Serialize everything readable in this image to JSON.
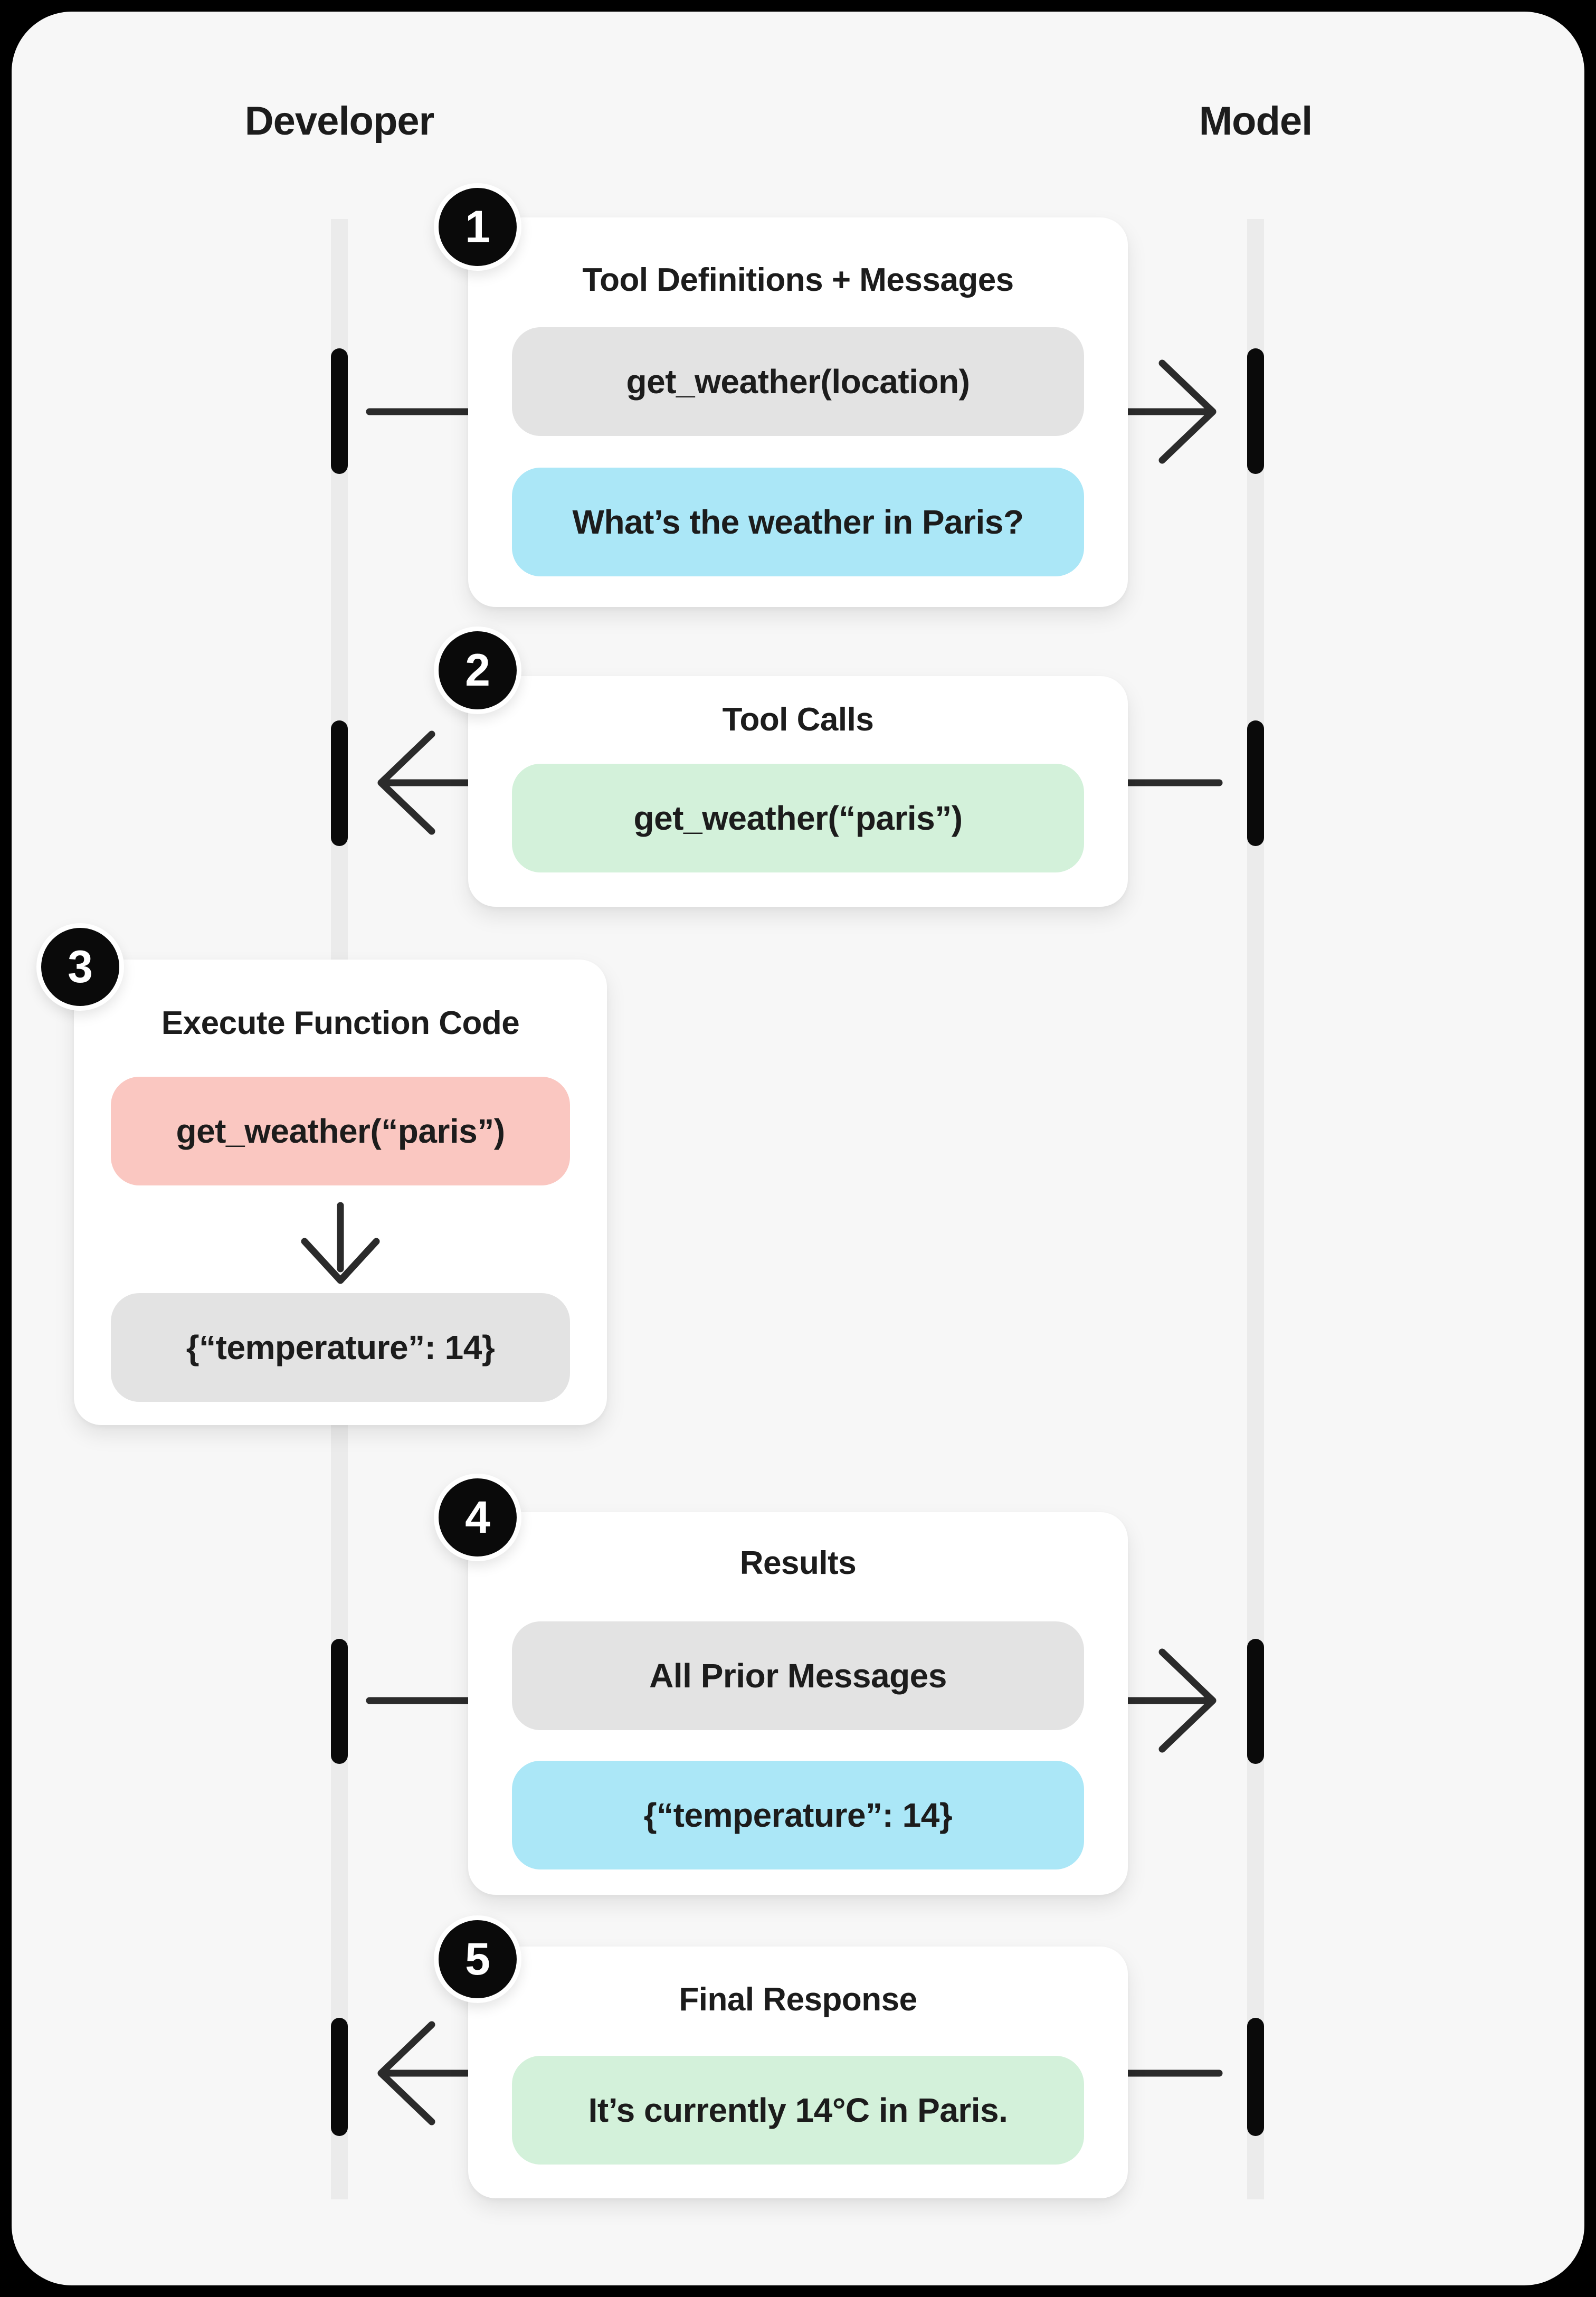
{
  "colors": {
    "page-bg": "#000000",
    "panel-bg": "#f7f7f7",
    "card-bg": "#ffffff",
    "pill-gray": "#e3e3e3",
    "pill-blue": "#abe7f7",
    "pill-green": "#d3f1da",
    "pill-pink": "#fac7c1",
    "line": "#2b2b2b",
    "lifeline": "#ebebeb",
    "bar": "#0a0a0a",
    "text-strong": "#1c1c1c"
  },
  "lanes": {
    "left": "Developer",
    "right": "Model"
  },
  "steps": [
    {
      "num": "1",
      "title": "Tool Definitions + Messages",
      "arrow": "developer-to-model",
      "pills": [
        {
          "text": "get_weather(location)",
          "style": "gray"
        },
        {
          "text": "What’s the weather in Paris?",
          "style": "blue"
        }
      ]
    },
    {
      "num": "2",
      "title": "Tool Calls",
      "arrow": "model-to-developer",
      "pills": [
        {
          "text": "get_weather(“paris”)",
          "style": "green"
        }
      ]
    },
    {
      "num": "3",
      "title": "Execute Function Code",
      "arrow": "internal-down",
      "pills": [
        {
          "text": "get_weather(“paris”)",
          "style": "pink"
        },
        {
          "text": "{“temperature”: 14}",
          "style": "gray"
        }
      ]
    },
    {
      "num": "4",
      "title": "Results",
      "arrow": "developer-to-model",
      "pills": [
        {
          "text": "All Prior Messages",
          "style": "gray"
        },
        {
          "text": "{“temperature”: 14}",
          "style": "blue"
        }
      ]
    },
    {
      "num": "5",
      "title": "Final Response",
      "arrow": "model-to-developer",
      "pills": [
        {
          "text": "It’s currently 14°C in Paris.",
          "style": "green"
        }
      ]
    }
  ]
}
